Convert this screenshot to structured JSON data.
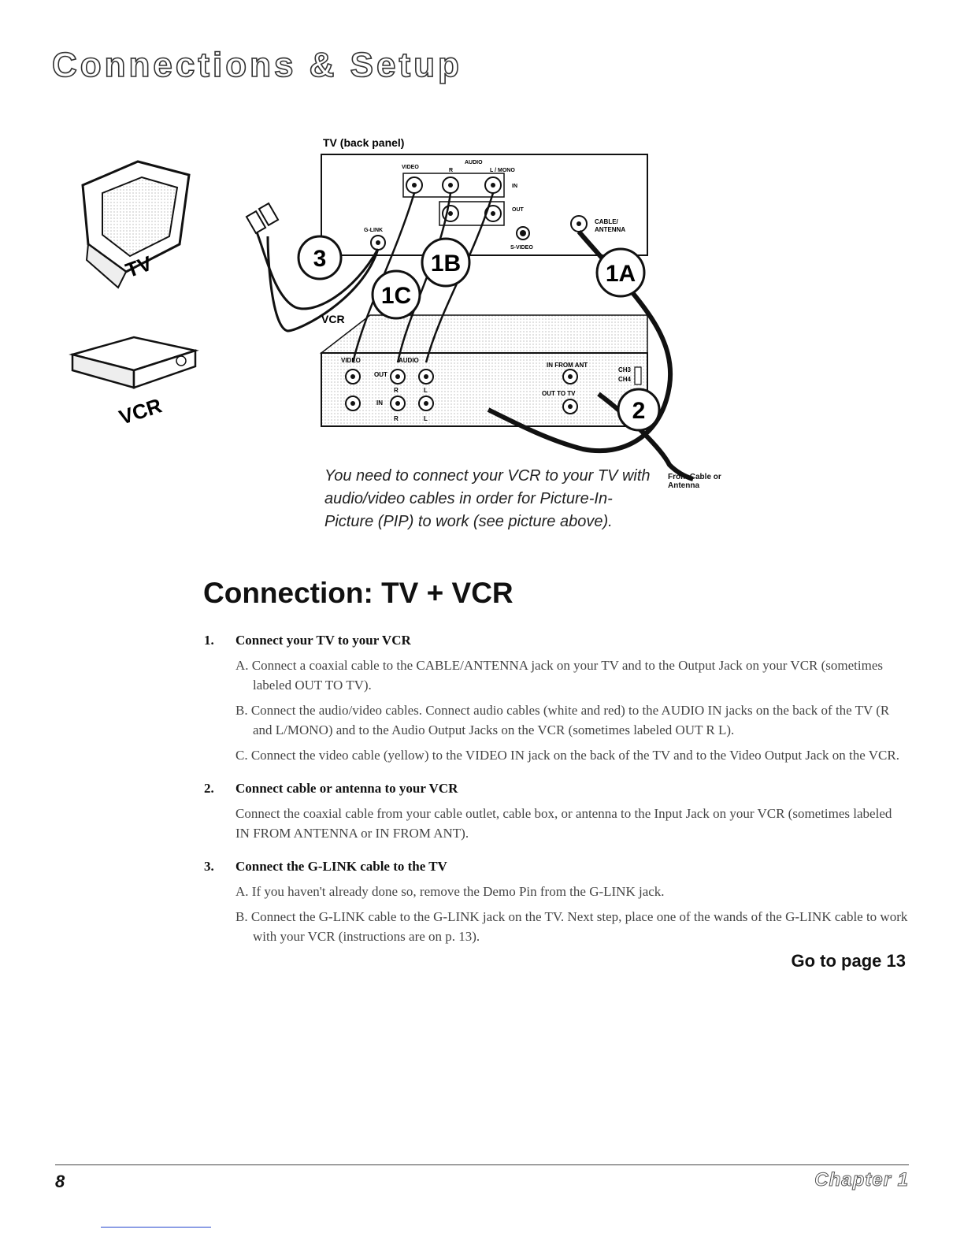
{
  "header": {
    "title": "Connections & Setup"
  },
  "diagram": {
    "panel_title": "TV (back panel)",
    "tv_jacks": {
      "video": "VIDEO",
      "audio": "AUDIO",
      "r": "R",
      "l_mono": "L / MONO",
      "in": "IN",
      "out": "OUT",
      "g_link": "G-LINK",
      "s_video": "S-VIDEO",
      "cable_antenna_1": "CABLE/",
      "cable_antenna_2": "ANTENNA"
    },
    "vcr_jacks": {
      "video": "VIDEO",
      "audio": "AUDIO",
      "out": "OUT",
      "in": "IN",
      "r": "R",
      "l": "L",
      "in_from_ant": "IN FROM ANT",
      "out_to_tv": "OUT TO TV",
      "ch3": "CH3",
      "ch4": "CH4"
    },
    "vcr_cable_label": "VCR",
    "device_labels": {
      "tv": "TV",
      "vcr": "VCR"
    },
    "callouts": {
      "c3": "3",
      "c1c": "1C",
      "c1b": "1B",
      "c1a": "1A",
      "c2": "2"
    },
    "from_cable": "From Cable or Antenna"
  },
  "caption": "You need to connect your VCR to your TV with audio/video cables in order for Picture-In-Picture (PIP) to work (see picture above).",
  "section_title": "Connection: TV + VCR",
  "steps": [
    {
      "num": "1.",
      "title": "Connect your TV to your VCR",
      "items": [
        "A. Connect a coaxial cable to the CABLE/ANTENNA jack on your TV and to the Output Jack on your VCR (sometimes labeled OUT TO TV).",
        "B. Connect the audio/video cables. Connect audio cables (white and red) to the AUDIO IN jacks on the back of the TV (R and L/MONO) and to the Audio Output Jacks on the VCR (sometimes labeled OUT R L).",
        "C. Connect the video cable (yellow) to the VIDEO IN jack on the back of the TV and to the Video Output Jack on the VCR."
      ]
    },
    {
      "num": "2.",
      "title": "Connect cable or antenna to your VCR",
      "items": [
        "Connect the coaxial cable from your cable outlet, cable box, or antenna to the Input Jack on your VCR (sometimes labeled IN FROM ANTENNA or IN FROM ANT)."
      ]
    },
    {
      "num": "3.",
      "title": "Connect the G-LINK cable to the TV",
      "items": [
        "A. If you haven't already done so, remove the Demo Pin from the G-LINK jack.",
        "B. Connect the G-LINK cable to the G-LINK jack on the TV. Next step, place one of the wands of the G-LINK cable to work with your VCR (instructions are on p. 13)."
      ]
    }
  ],
  "goto": "Go to page 13",
  "footer": {
    "page_number": "8",
    "chapter": "Chapter 1"
  }
}
